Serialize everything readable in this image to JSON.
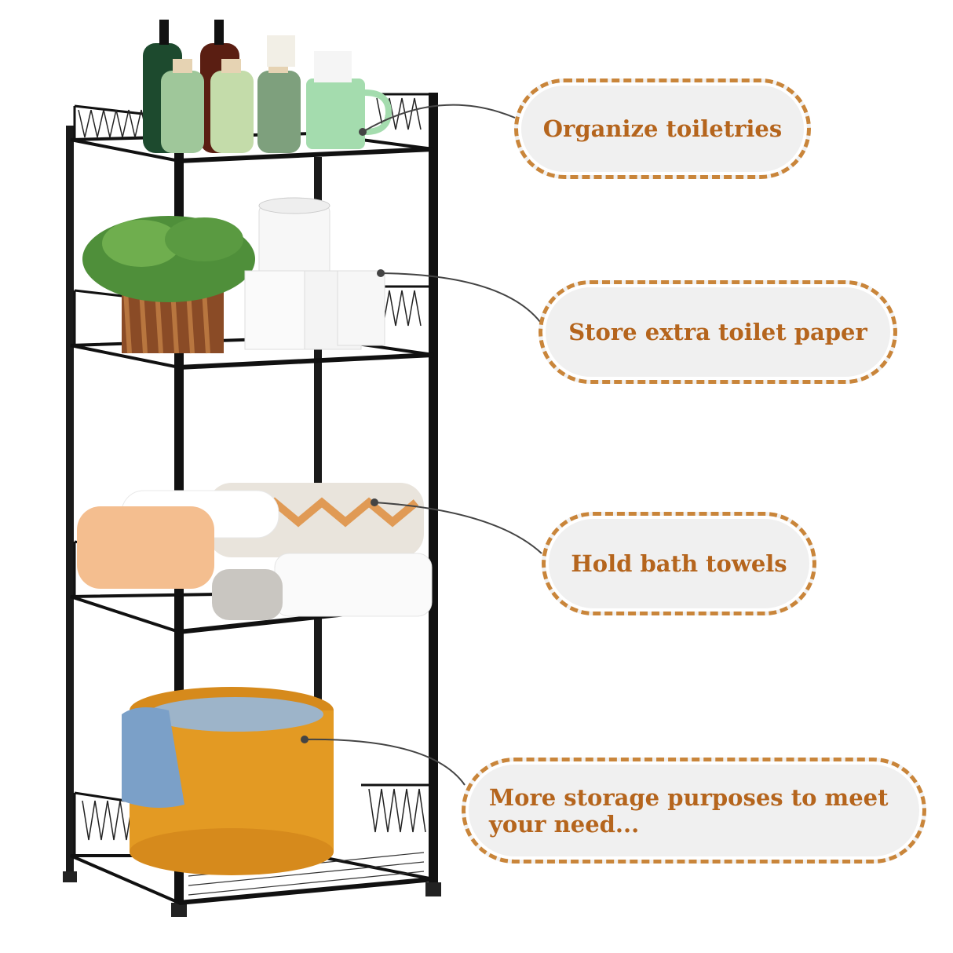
{
  "product": {
    "type": "4-tier metal wire storage shelf",
    "frame_color": "#1a1a1a",
    "tiers": [
      {
        "tier": 1,
        "contents": "toiletries: pump bottles, lotion bottles, toothpaste, toothbrush cup"
      },
      {
        "tier": 2,
        "contents": "potted plant, toilet paper rolls"
      },
      {
        "tier": 3,
        "contents": "folded bath towels"
      },
      {
        "tier": 4,
        "contents": "orange round basket with denim clothes"
      }
    ]
  },
  "callouts": [
    {
      "id": "toiletries",
      "label": "Organize toiletries"
    },
    {
      "id": "toilet-paper",
      "label": "Store extra toilet paper"
    },
    {
      "id": "towels",
      "label": "Hold bath towels"
    },
    {
      "id": "storage",
      "label": "More storage purposes to meet\nyour need..."
    }
  ],
  "colors": {
    "callout_text": "#b5651d",
    "callout_border": "#c9853a",
    "callout_fill": "#f0f0f0",
    "leader_line": "#444444"
  }
}
